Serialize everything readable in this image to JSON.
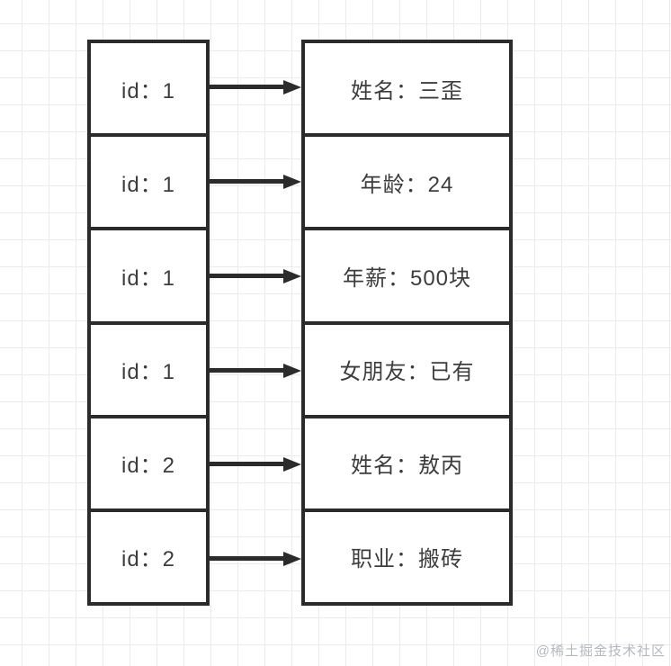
{
  "diagram": {
    "rows": [
      {
        "id": "id：1",
        "value": "姓名：三歪"
      },
      {
        "id": "id：1",
        "value": "年龄：24"
      },
      {
        "id": "id：1",
        "value": "年薪：500块"
      },
      {
        "id": "id：1",
        "value": "女朋友：已有"
      },
      {
        "id": "id：2",
        "value": "姓名：敖丙"
      },
      {
        "id": "id：2",
        "value": "职业：搬砖"
      }
    ]
  },
  "watermark": "@稀土掘金技术社区",
  "colors": {
    "border": "#2b2b2b",
    "text": "#3d3d3d",
    "grid": "#ebebeb",
    "background": "#ffffff",
    "watermark": "#b4b9be"
  }
}
